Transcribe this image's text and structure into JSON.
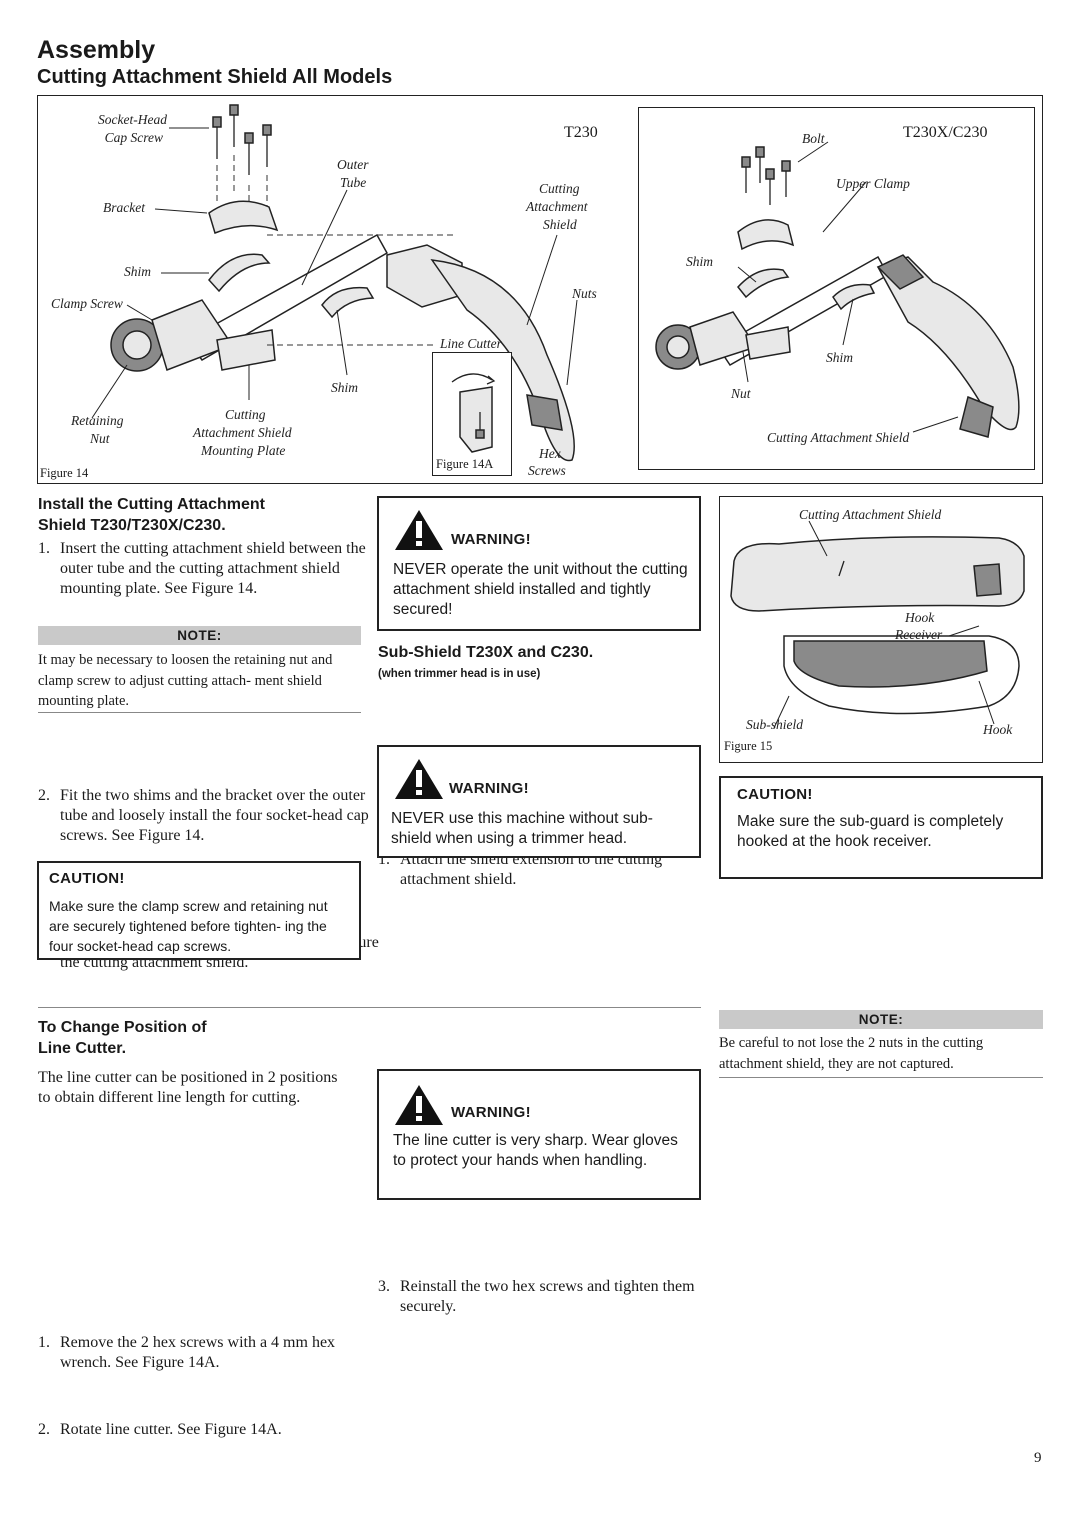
{
  "header": {
    "title": "Assembly",
    "subtitle": "Cutting Attachment Shield All Models"
  },
  "figure14": {
    "model_label": "T230",
    "caption": "Figure 14",
    "labels": {
      "socket_head_1": "Socket-Head",
      "socket_head_2": "Cap Screw",
      "outer_1": "Outer",
      "outer_2": "Tube",
      "bracket": "Bracket",
      "cutting_1": "Cutting",
      "cutting_2": "Attachment",
      "cutting_3": "Shield",
      "shim_upper": "Shim",
      "nuts": "Nuts",
      "clamp_screw": "Clamp Screw",
      "line_cutter": "Line Cutter",
      "shim_lower": "Shim",
      "retaining_1": "Retaining",
      "retaining_2": "Nut",
      "mount_1": "Cutting",
      "mount_2": "Attachment Shield",
      "mount_3": "Mounting Plate",
      "hex_1": "Hex",
      "hex_2": "Screws"
    }
  },
  "figure14a": {
    "caption": "Figure 14A"
  },
  "figure_right": {
    "model_label": "T230X/C230",
    "labels": {
      "bolt": "Bolt",
      "upper_clamp": "Upper Clamp",
      "shim_left": "Shim",
      "shim_right": "Shim",
      "nut": "Nut",
      "shield": "Cutting Attachment Shield"
    }
  },
  "figure15": {
    "caption": "Figure 15",
    "labels": {
      "shield": "Cutting Attachment Shield",
      "hook_receiver_1": "Hook",
      "hook_receiver_2": "Receiver",
      "subshield": "Sub-shield",
      "hook": "Hook"
    }
  },
  "col1": {
    "heading_1": "Install the Cutting Attachment",
    "heading_2": "Shield T230/T230X/C230.",
    "step1_num": "1.",
    "step1": "Insert the cutting attachment shield between the outer tube and the cutting attachment shield mounting plate. See Figure 14.",
    "note_label": "NOTE:",
    "note_text": "It may be necessary to loosen the retaining nut and clamp screw to adjust cutting attach- ment shield mounting plate.",
    "step2_num": "2.",
    "step2": "Fit the two shims and the bracket over the outer tube and loosely install the four socket-head cap screws. See Figure 14.",
    "step3_num": "3.",
    "step3": "Tighten the four socket-head cap screws to secure the cutting attachment shield.",
    "caution_label": "CAUTION!",
    "caution_text": "Make sure the clamp screw and retaining nut are securely tightened before tighten- ing the four socket-head cap screws."
  },
  "col2": {
    "warning1_label": "WARNING!",
    "warning1_text": "NEVER operate the unit without the cutting attachment shield installed and tightly secured!",
    "subshield_heading": "Sub-Shield T230X and C230.",
    "subshield_sub": "(when trimmer head is in use)",
    "step1_num": "1.",
    "step1": "Attach the shield extension to the cutting attachment shield.",
    "warning2_label": "WARNING!",
    "warning2_text": "NEVER use  this machine without sub- shield when using a trimmer head."
  },
  "col3": {
    "caution_label": "CAUTION!",
    "caution_text": "Make sure the sub-guard is completely hooked at the hook receiver."
  },
  "bottom": {
    "heading_1": "To Change Position of",
    "heading_2": "Line Cutter.",
    "intro": "The line cutter can be positioned in 2 positions to obtain different line length for cutting.",
    "step1_num": "1.",
    "step1": "Remove the 2 hex screws with a 4 mm hex wrench. See Figure 14A.",
    "step2_num": "2.",
    "step2": "Rotate line cutter. See Figure 14A.",
    "step3_num": "3.",
    "step3": "Reinstall the two hex screws and tighten them securely.",
    "warning_label": "WARNING!",
    "warning_text": "The line cutter is very sharp. Wear gloves to protect your hands when handling.",
    "note_label": "NOTE:",
    "note_text": "Be careful to not lose the 2 nuts in the cutting attachment shield, they are not captured."
  },
  "page_number": "9",
  "icons": [
    "warning-triangle-icon"
  ]
}
